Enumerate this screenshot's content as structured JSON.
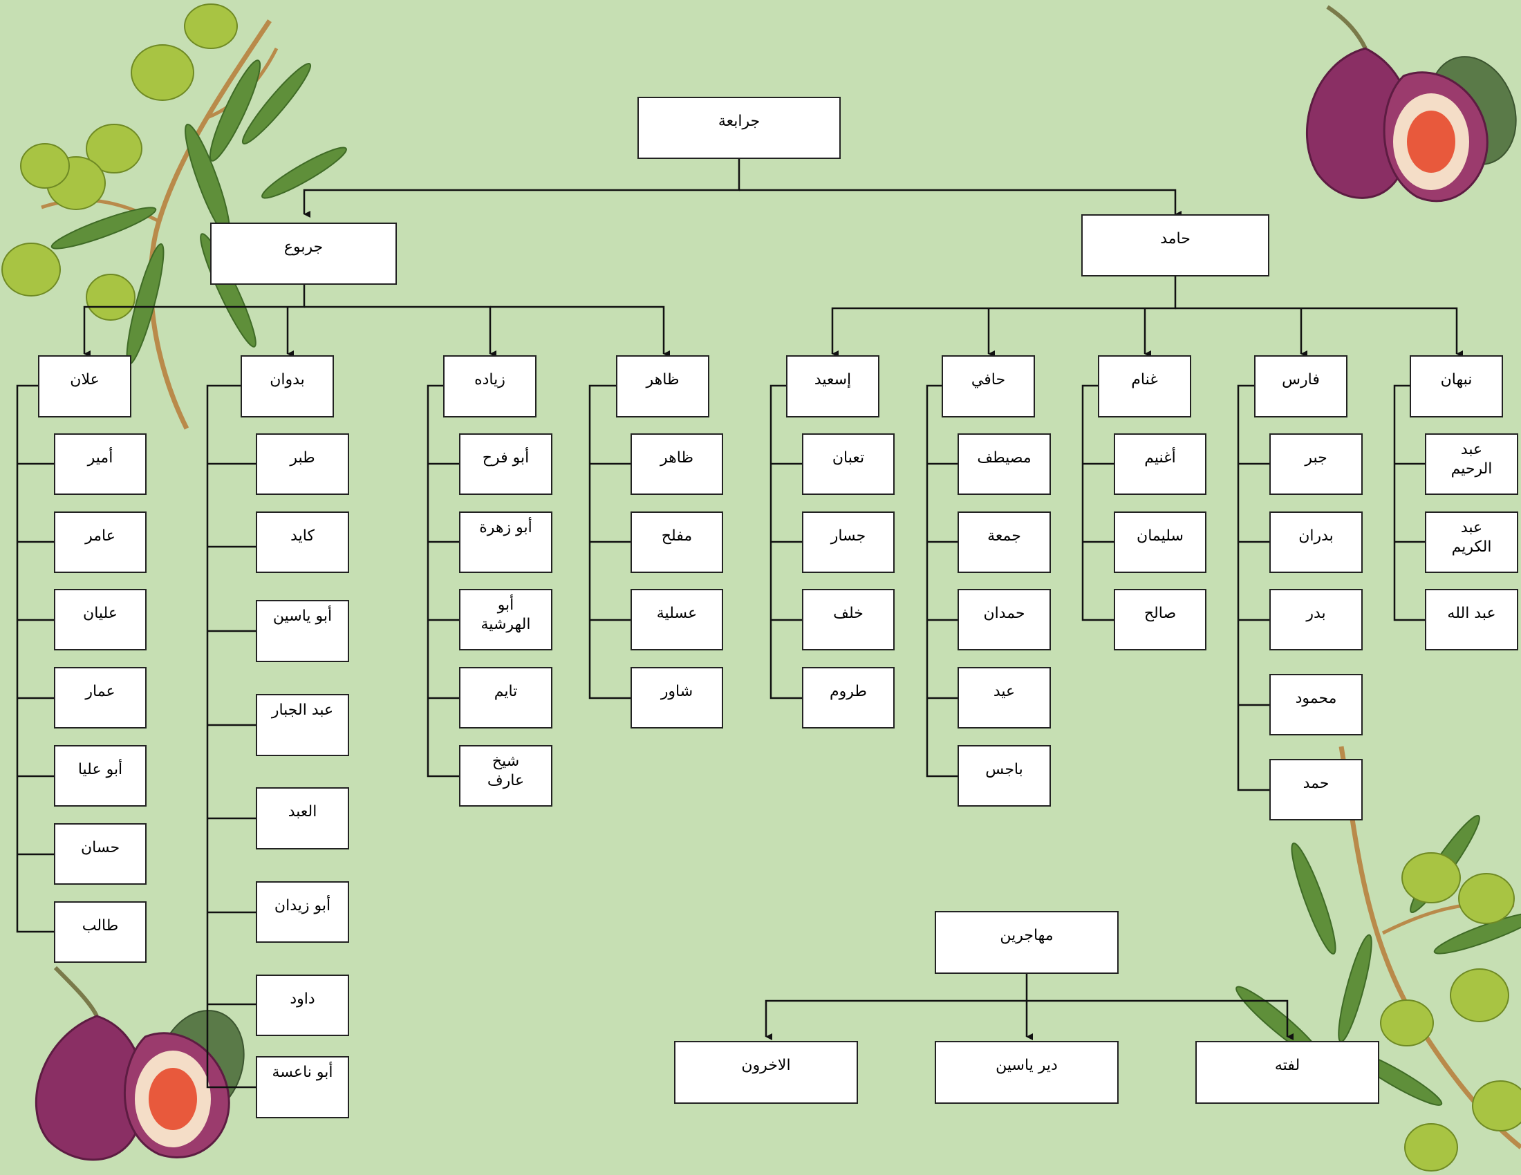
{
  "colors": {
    "background": "#c6dfb3",
    "box": "#ffffff",
    "line": "#111111"
  },
  "icons": {
    "top_left": "olive-branch-icon",
    "top_right": "fig-fruit-icon",
    "bottom_left": "fig-fruit-icon",
    "bottom_right": "olive-branch-icon"
  },
  "tree": {
    "root": "جرابعة",
    "jarbou": {
      "label": "جربوع",
      "allan": {
        "label": "علان",
        "children": [
          "أمير",
          "عامر",
          "عليان",
          "عمار",
          "أبو عليا",
          "حسان",
          "طالب"
        ]
      },
      "badwan": {
        "label": "بدوان",
        "children": [
          "طبر",
          "كايد",
          "أبو ياسين",
          "عبد الجبار",
          "العبد",
          "أبو زيدان",
          "داود",
          "أبو ناعسة"
        ]
      },
      "ziyadeh": {
        "label": "زياده",
        "children": [
          "أبو فرح",
          "أبو زهرة",
          "أبو الهرشية",
          "تايم",
          "شيخ عارف"
        ]
      },
      "thaher": {
        "label": "ظاهر",
        "children": [
          "ظاهر",
          "مفلح",
          "عسلية",
          "شاور"
        ]
      }
    },
    "hamed": {
      "label": "حامد",
      "isaid": {
        "label": "إسعيد",
        "children": [
          "تعبان",
          "جسار",
          "خلف",
          "طروم"
        ]
      },
      "hafi": {
        "label": "حافي",
        "children": [
          "مصيطف",
          "جمعة",
          "حمدان",
          "عيد",
          "باجس"
        ]
      },
      "ghannam": {
        "label": "غنام",
        "children": [
          "أغنيم",
          "سليمان",
          "صالح"
        ]
      },
      "fares": {
        "label": "فارس",
        "children": [
          "جبر",
          "بدران",
          "بدر",
          "محمود",
          "حمد"
        ]
      },
      "nabhan": {
        "label": "نبهان",
        "children": [
          "عبد الرحيم",
          "عبد الكريم",
          "عبد الله"
        ]
      }
    },
    "muhajireen": {
      "label": "مهاجرين",
      "children": [
        "الاخرون",
        "دير ياسين",
        "لفته"
      ]
    }
  }
}
